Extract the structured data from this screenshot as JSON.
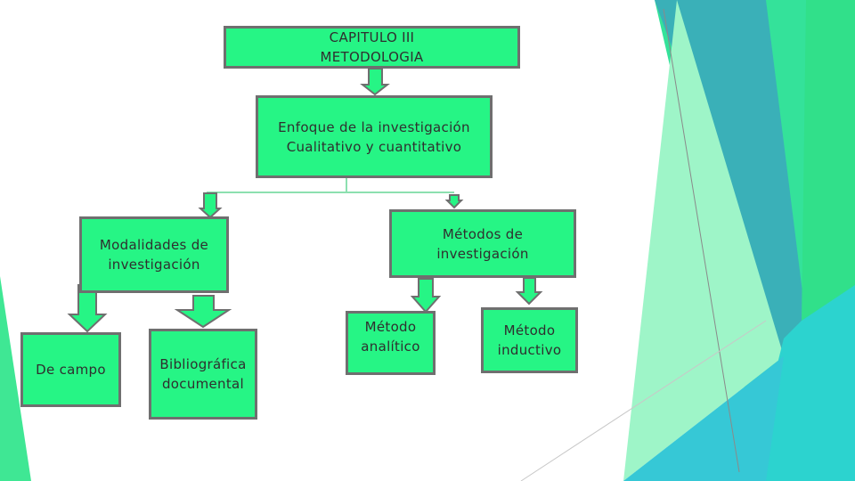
{
  "colors": {
    "box_fill": "#26f585",
    "box_border": "#6f6f6f",
    "text": "#2f2f2f"
  },
  "nodes": {
    "root": "CAPITULO III\nMETODOLOGIA",
    "approach": "Enfoque de la investigación\nCualitativo y cuantitativo",
    "modalities": "Modalidades de\ninvestigación",
    "methods": "Métodos de\ninvestigación",
    "field": "De campo",
    "bibliographic": "Bibliográfica\ndocumental",
    "analytic": "Método\nanalítico",
    "inductive": "Método\ninductivo"
  }
}
